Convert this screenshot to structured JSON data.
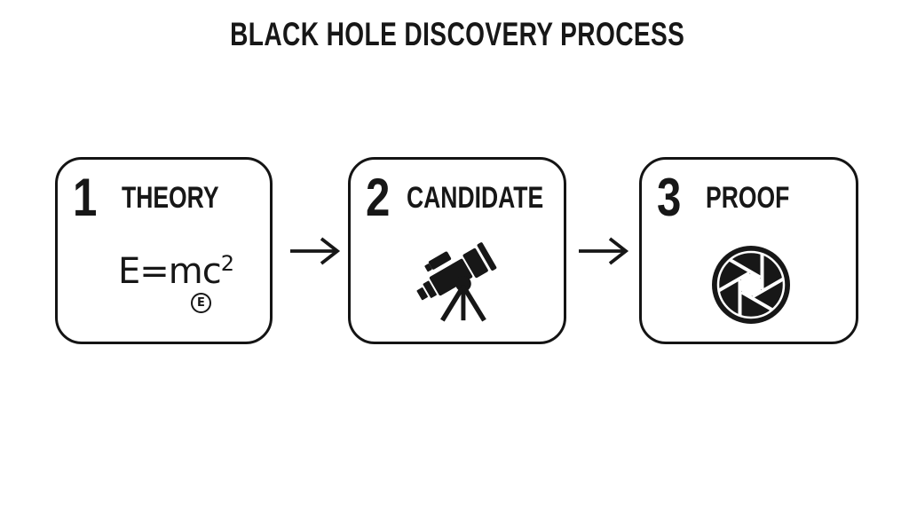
{
  "title": "BLACK HOLE DISCOVERY PROCESS",
  "steps": [
    {
      "number": "1",
      "label": "THEORY",
      "icon": "formula-emc2",
      "formula_base": "E=mc",
      "formula_exponent": "2",
      "badge_letter": "E"
    },
    {
      "number": "2",
      "label": "CANDIDATE",
      "icon": "telescope-icon"
    },
    {
      "number": "3",
      "label": "PROOF",
      "icon": "aperture-icon"
    }
  ],
  "arrows": [
    {
      "glyph": "→",
      "name": "right-arrow"
    },
    {
      "glyph": "→",
      "name": "right-arrow"
    }
  ],
  "colors": {
    "background": "#ffffff",
    "ink": "#171717"
  }
}
